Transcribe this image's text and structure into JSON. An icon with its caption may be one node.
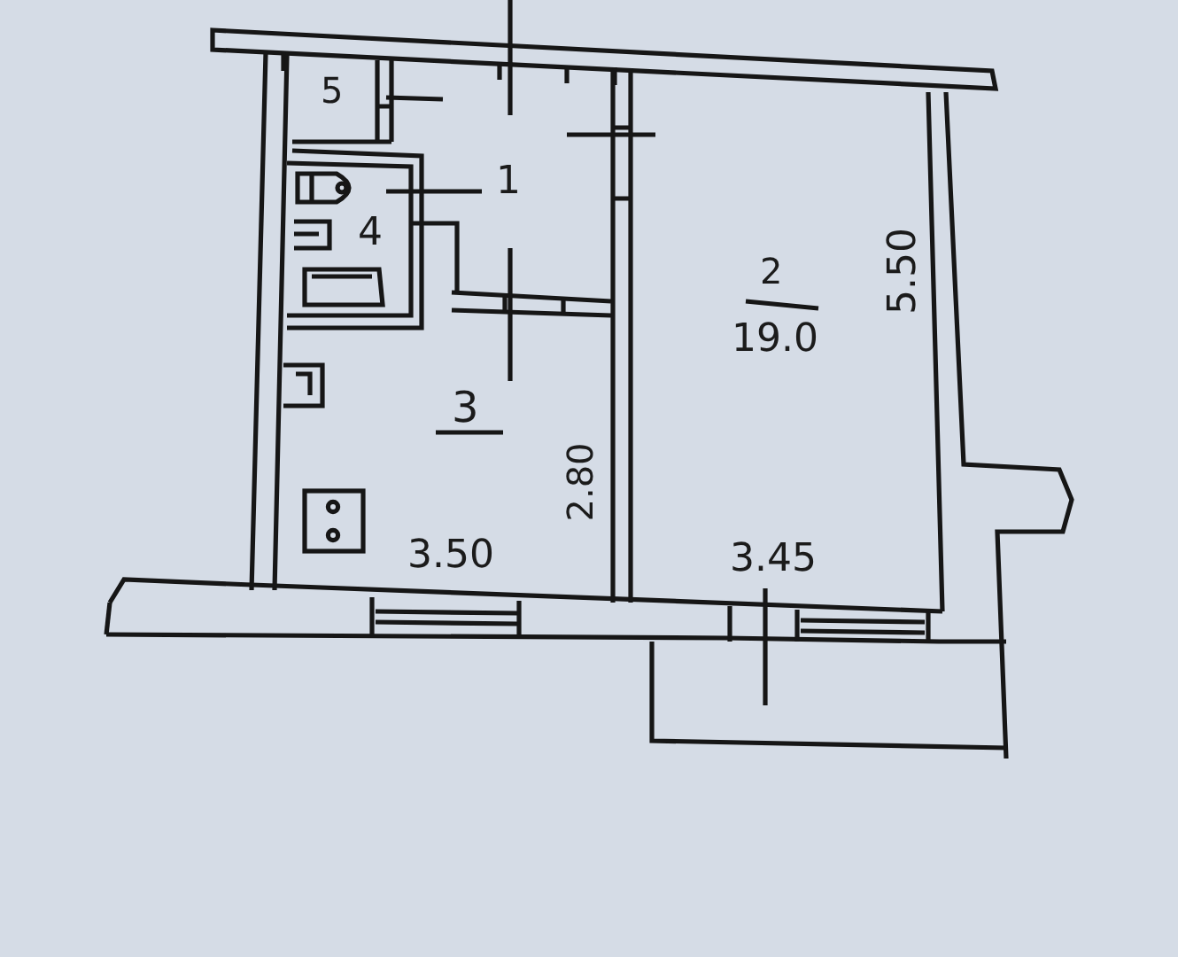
{
  "diagram": {
    "labels": [
      "5",
      "1",
      "4",
      "2",
      "19.0",
      "5.50",
      "3",
      "2.80",
      "3.50",
      "3.45"
    ]
  }
}
